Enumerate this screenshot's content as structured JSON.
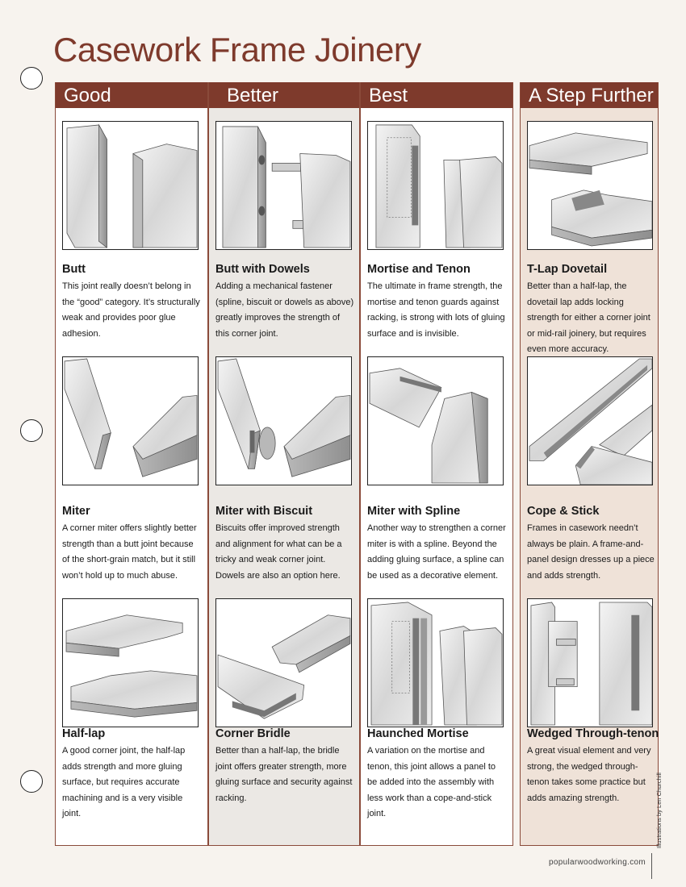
{
  "title": "Casework Frame Joinery",
  "credit": "Illustrations by Len Churchill",
  "footer": "popularwoodworking.com",
  "colors": {
    "accent": "#7e3a2c",
    "grey_column": "#ebe8e4",
    "tan_column": "#efe2d8"
  },
  "columns": [
    {
      "heading": "Good",
      "joints": [
        {
          "name": "Butt",
          "description": "This joint really doesn’t belong in the “good” category. It’s structurally weak and provides poor glue adhesion."
        },
        {
          "name": "Miter",
          "description": "A corner miter offers slightly better strength than a butt joint because of the short-grain match, but it still won’t hold up to much abuse."
        },
        {
          "name": "Half-lap",
          "description": "A good corner joint, the half-lap adds strength and more gluing surface, but requires accurate machining and is a very visible joint."
        }
      ]
    },
    {
      "heading": "Better",
      "joints": [
        {
          "name": "Butt with Dowels",
          "description": "Adding a mechanical fastener (spline, biscuit or dowels as above) greatly improves the strength of this corner joint."
        },
        {
          "name": "Miter with Biscuit",
          "description": "Biscuits offer improved strength and alignment for what can be a tricky and weak corner joint. Dowels are also an option here."
        },
        {
          "name": "Corner Bridle",
          "description": "Better than a half-lap, the bridle joint offers greater strength, more gluing surface and security against racking."
        }
      ]
    },
    {
      "heading": "Best",
      "joints": [
        {
          "name": "Mortise and Tenon",
          "description": "The ultimate in frame strength, the mortise and tenon guards against racking, is strong with lots of gluing surface and is invisible."
        },
        {
          "name": "Miter with Spline",
          "description": "Another way to strengthen a corner miter is with a spline. Beyond the adding gluing surface, a spline can be used as a decorative element."
        },
        {
          "name": "Haunched Mortise",
          "description": "A variation on the mortise and tenon, this joint allows a panel to be added into the assembly with less work than a cope-and-stick joint."
        }
      ]
    },
    {
      "heading": "A Step Further",
      "joints": [
        {
          "name": "T-Lap Dovetail",
          "description": "Better than a half-lap, the dovetail lap adds locking strength for either a corner joint or mid-rail joinery, but requires even more accuracy."
        },
        {
          "name": "Cope & Stick",
          "description": "Frames in casework needn’t always be plain. A frame-and-panel design dresses up a piece and adds strength."
        },
        {
          "name": "Wedged Through-tenon",
          "description": "A great visual element and very strong, the wedged through-tenon takes some practice but adds amazing strength."
        }
      ]
    }
  ]
}
